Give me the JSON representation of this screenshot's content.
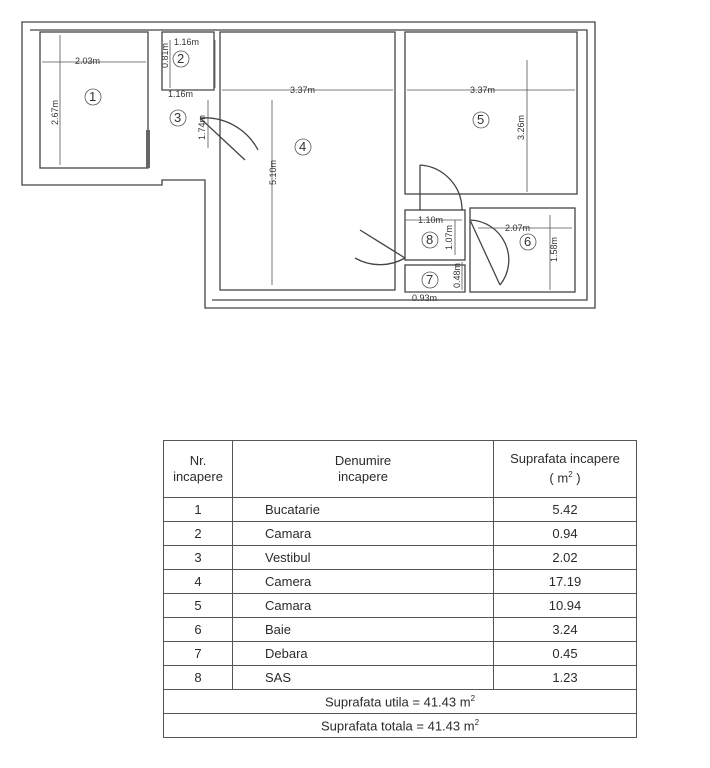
{
  "plan": {
    "rooms": [
      {
        "num": "1"
      },
      {
        "num": "2"
      },
      {
        "num": "3"
      },
      {
        "num": "4"
      },
      {
        "num": "5"
      },
      {
        "num": "6"
      },
      {
        "num": "7"
      },
      {
        "num": "8"
      }
    ],
    "dimensions": [
      "2.03m",
      "2.67m",
      "1.16m",
      "0.81m",
      "1.16m",
      "1.74m",
      "3.37m",
      "5.10m",
      "3.37m",
      "3.26m",
      "1.10m",
      "1.07m",
      "2.07m",
      "1.58m",
      "0.48m",
      "0.93m"
    ]
  },
  "table": {
    "headers": {
      "col1_line1": "Nr.",
      "col1_line2": "incapere",
      "col2_line1": "Denumire",
      "col2_line2": "incapere",
      "col3_line1": "Suprafata incapere",
      "col3_line2": "( m",
      "col3_sup": "2",
      "col3_end": " )"
    },
    "rows": [
      {
        "nr": "1",
        "name": "Bucatarie",
        "area": "5.42"
      },
      {
        "nr": "2",
        "name": "Camara",
        "area": "0.94"
      },
      {
        "nr": "3",
        "name": "Vestibul",
        "area": "2.02"
      },
      {
        "nr": "4",
        "name": "Camera",
        "area": "17.19"
      },
      {
        "nr": "5",
        "name": "Camara",
        "area": "10.94"
      },
      {
        "nr": "6",
        "name": "Baie",
        "area": "3.24"
      },
      {
        "nr": "7",
        "name": "Debara",
        "area": "0.45"
      },
      {
        "nr": "8",
        "name": "SAS",
        "area": "1.23"
      }
    ],
    "total_useful": "Suprafata utila = 41.43 m",
    "total_total": "Suprafata totala = 41.43 m",
    "unit_sup": "2"
  }
}
